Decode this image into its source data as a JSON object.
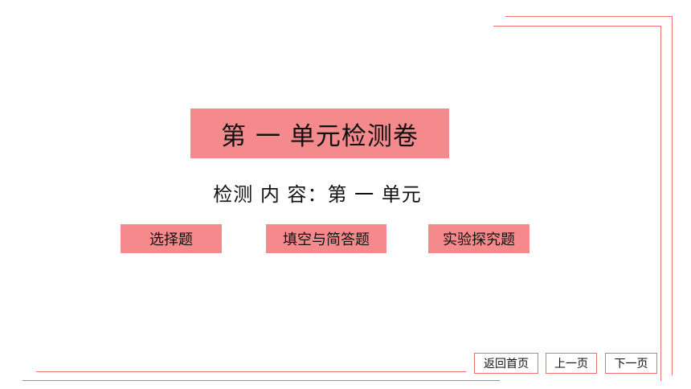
{
  "title": "第 一 单元检测卷",
  "subtitle": "检测 内 容：第 一 单元",
  "topics": [
    "选择题",
    "填空与简答题",
    "实验探究题"
  ],
  "nav": {
    "home": "返回首页",
    "prev": "上一页",
    "next": "下一页"
  },
  "colors": {
    "accent": "#f58a8d",
    "line": "#ef6f73"
  }
}
